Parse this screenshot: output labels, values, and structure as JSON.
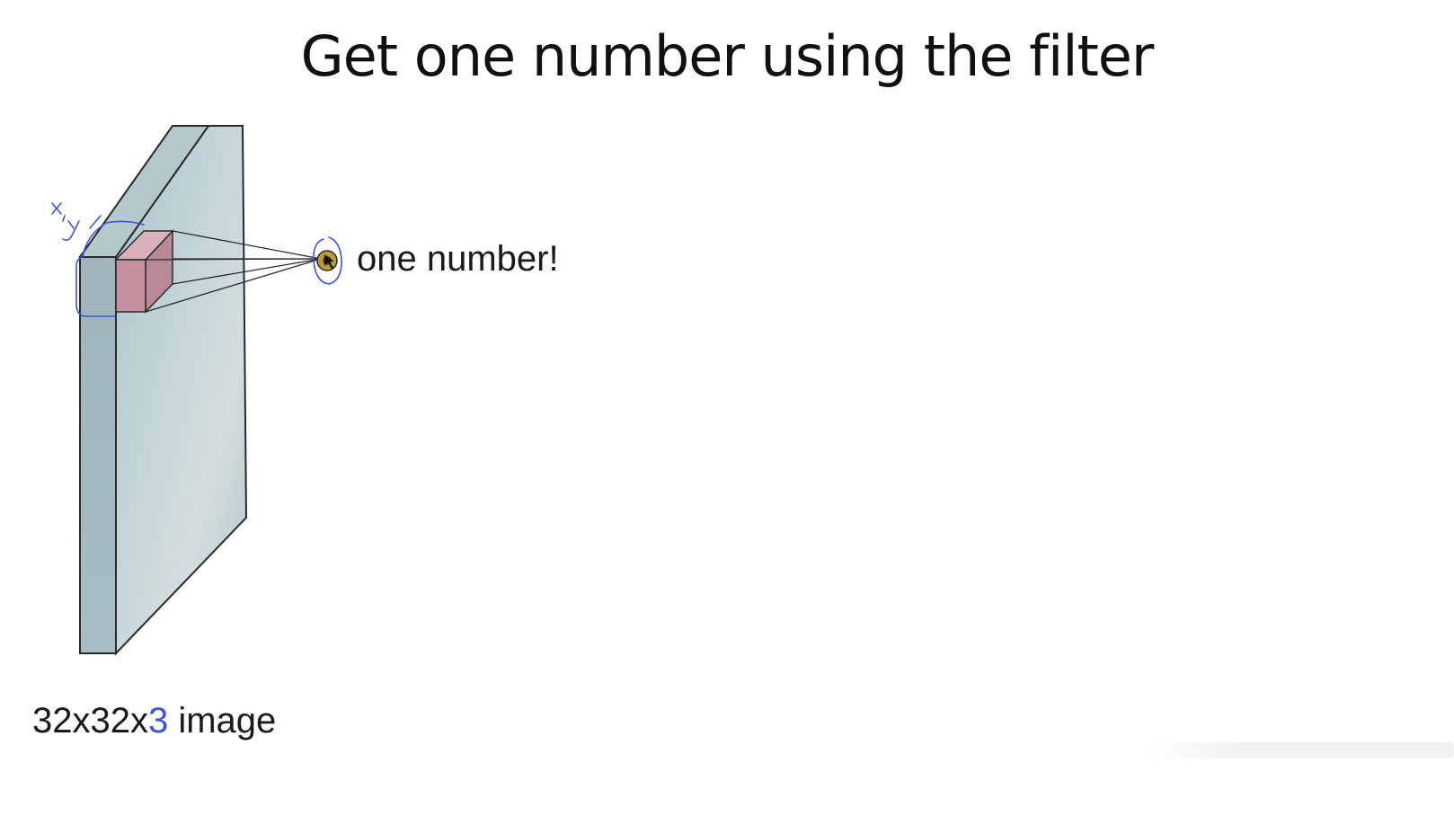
{
  "slide": {
    "title": "Get one number using the filter"
  },
  "result": {
    "label": "one number!"
  },
  "image_caption": {
    "prefix": "32x32x",
    "depth": "3",
    "suffix": " image"
  },
  "annotation": {
    "handwriting": "x, y"
  },
  "colors": {
    "volume_front": "#9fb6bd",
    "volume_side": "#b8ccd2",
    "filter_front": "#c99aa6",
    "filter_top": "#d9b1bb",
    "annotation_pen": "#3b55d6",
    "output_dot": "#b99a3c"
  }
}
